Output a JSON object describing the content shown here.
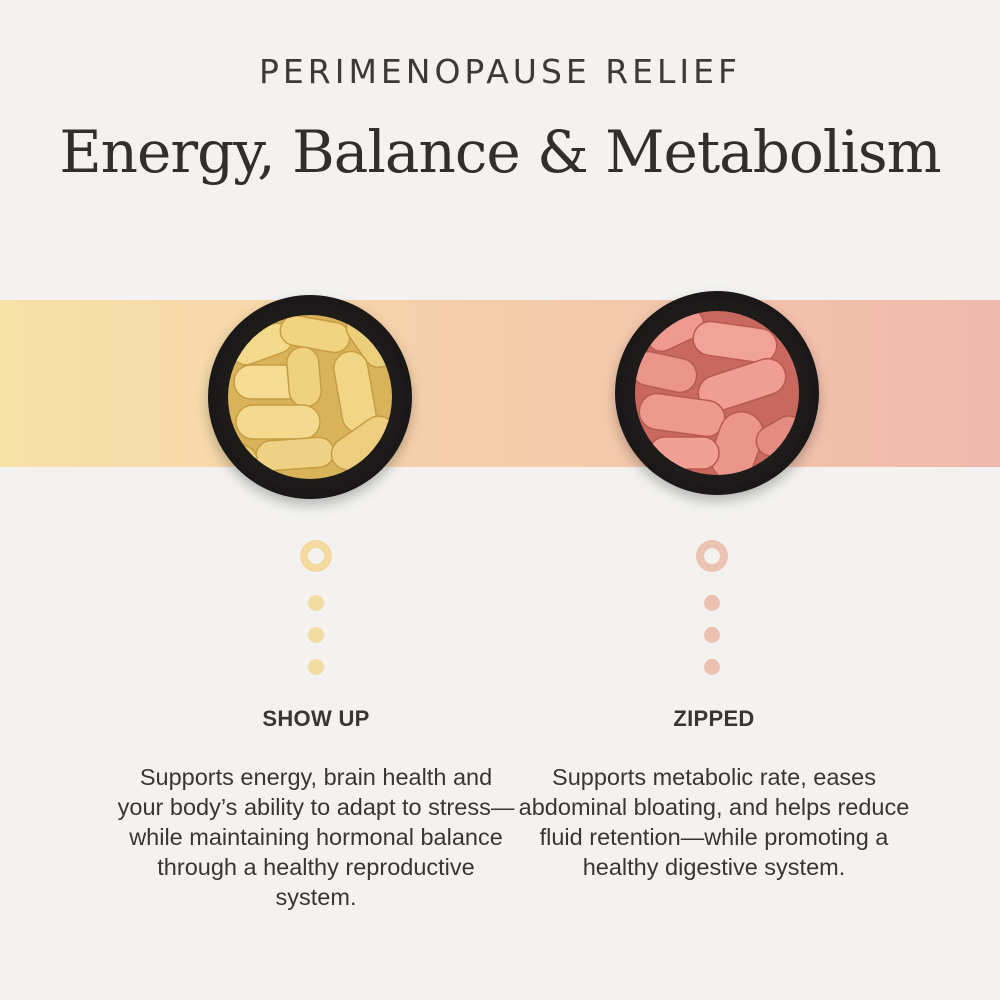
{
  "header": {
    "eyebrow": "PERIMENOPAUSE RELIEF",
    "headline": "Energy, Balance & Metabolism"
  },
  "colors": {
    "background": "#f3f2f0",
    "band_start": "#f7e2a8",
    "band_end": "#f1b8ad",
    "accent_yellow": "#f3dba0",
    "accent_pink": "#ecc3b3",
    "pill_yellow": "#f0d37c",
    "pill_pink": "#ec8f86"
  },
  "products": [
    {
      "name": "SHOW UP",
      "description": "Supports energy, brain health and your body’s ability to adapt to stress—while maintaining hormonal balance through a healthy reproductive system.",
      "pill_color_name": "yellow"
    },
    {
      "name": "ZIPPED",
      "description": "Supports metabolic rate, eases abdominal bloating, and helps reduce fluid retention—while promoting a healthy digestive system.",
      "pill_color_name": "pink"
    }
  ]
}
